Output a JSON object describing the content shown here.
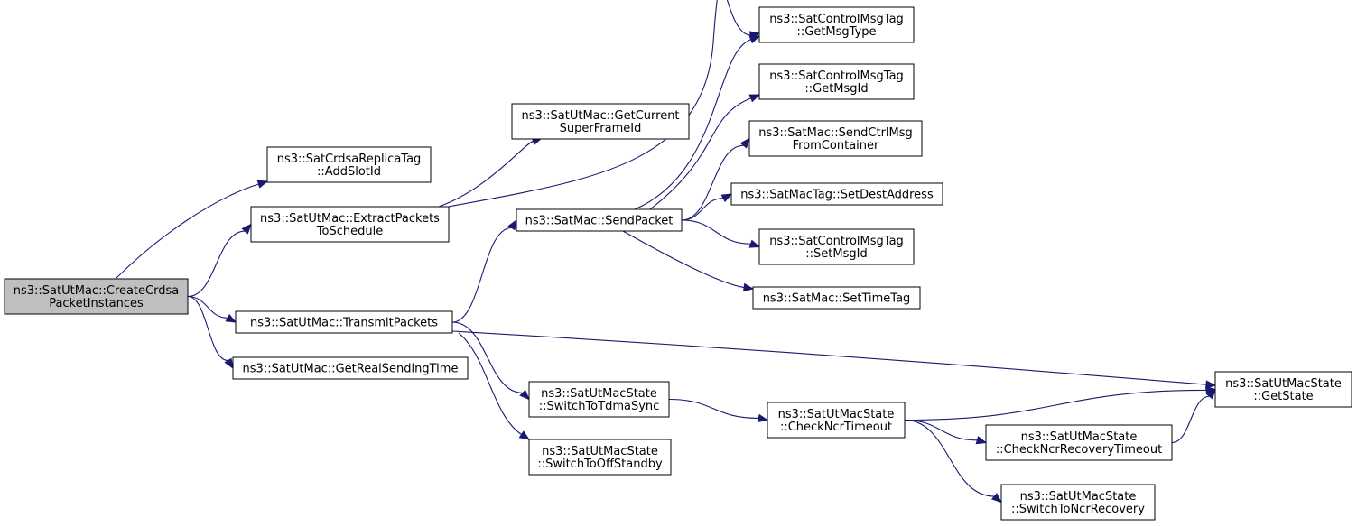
{
  "colors": {
    "edge": "#191970",
    "node_fill": "#ffffff",
    "root_fill": "#bfbfbf",
    "border": "#000000"
  },
  "nodes": {
    "create_crdsa": [
      "ns3::SatUtMac::CreateCrdsa",
      "PacketInstances"
    ],
    "add_slot_id": [
      "ns3::SatCrdsaReplicaTag",
      "::AddSlotId"
    ],
    "extract_packets": [
      "ns3::SatUtMac::ExtractPackets",
      "ToSchedule"
    ],
    "transmit_packets": [
      "ns3::SatUtMac::TransmitPackets"
    ],
    "get_real_sending_time": [
      "ns3::SatUtMac::GetRealSendingTime"
    ],
    "get_current_superframe": [
      "ns3::SatUtMac::GetCurrent",
      "SuperFrameId"
    ],
    "send_packet": [
      "ns3::SatMac::SendPacket"
    ],
    "get_msg_type": [
      "ns3::SatControlMsgTag",
      "::GetMsgType"
    ],
    "get_msg_id": [
      "ns3::SatControlMsgTag",
      "::GetMsgId"
    ],
    "send_ctrl_msg": [
      "ns3::SatMac::SendCtrlMsg",
      "FromContainer"
    ],
    "set_dest_address": [
      "ns3::SatMacTag::SetDestAddress"
    ],
    "set_msg_id": [
      "ns3::SatControlMsgTag",
      "::SetMsgId"
    ],
    "set_time_tag": [
      "ns3::SatMac::SetTimeTag"
    ],
    "switch_to_tdma_sync": [
      "ns3::SatUtMacState",
      "::SwitchToTdmaSync"
    ],
    "switch_to_off_standby": [
      "ns3::SatUtMacState",
      "::SwitchToOffStandby"
    ],
    "check_ncr_timeout": [
      "ns3::SatUtMacState",
      "::CheckNcrTimeout"
    ],
    "get_state": [
      "ns3::SatUtMacState",
      "::GetState"
    ],
    "check_ncr_recovery_timeout": [
      "ns3::SatUtMacState",
      "::CheckNcrRecoveryTimeout"
    ],
    "switch_to_ncr_recovery": [
      "ns3::SatUtMacState",
      "::SwitchToNcrRecovery"
    ]
  },
  "root": "create_crdsa",
  "edges": [
    [
      "create_crdsa",
      "add_slot_id"
    ],
    [
      "create_crdsa",
      "extract_packets"
    ],
    [
      "create_crdsa",
      "transmit_packets"
    ],
    [
      "create_crdsa",
      "get_real_sending_time"
    ],
    [
      "extract_packets",
      "get_current_superframe"
    ],
    [
      "extract_packets",
      "get_msg_type"
    ],
    [
      "transmit_packets",
      "send_packet"
    ],
    [
      "transmit_packets",
      "switch_to_tdma_sync"
    ],
    [
      "transmit_packets",
      "switch_to_off_standby"
    ],
    [
      "transmit_packets",
      "get_state"
    ],
    [
      "send_packet",
      "get_msg_type"
    ],
    [
      "send_packet",
      "get_msg_id"
    ],
    [
      "send_packet",
      "send_ctrl_msg"
    ],
    [
      "send_packet",
      "set_dest_address"
    ],
    [
      "send_packet",
      "set_msg_id"
    ],
    [
      "send_packet",
      "set_time_tag"
    ],
    [
      "switch_to_tdma_sync",
      "check_ncr_timeout"
    ],
    [
      "check_ncr_timeout",
      "get_state"
    ],
    [
      "check_ncr_timeout",
      "check_ncr_recovery_timeout"
    ],
    [
      "check_ncr_timeout",
      "switch_to_ncr_recovery"
    ],
    [
      "check_ncr_recovery_timeout",
      "get_state"
    ]
  ]
}
